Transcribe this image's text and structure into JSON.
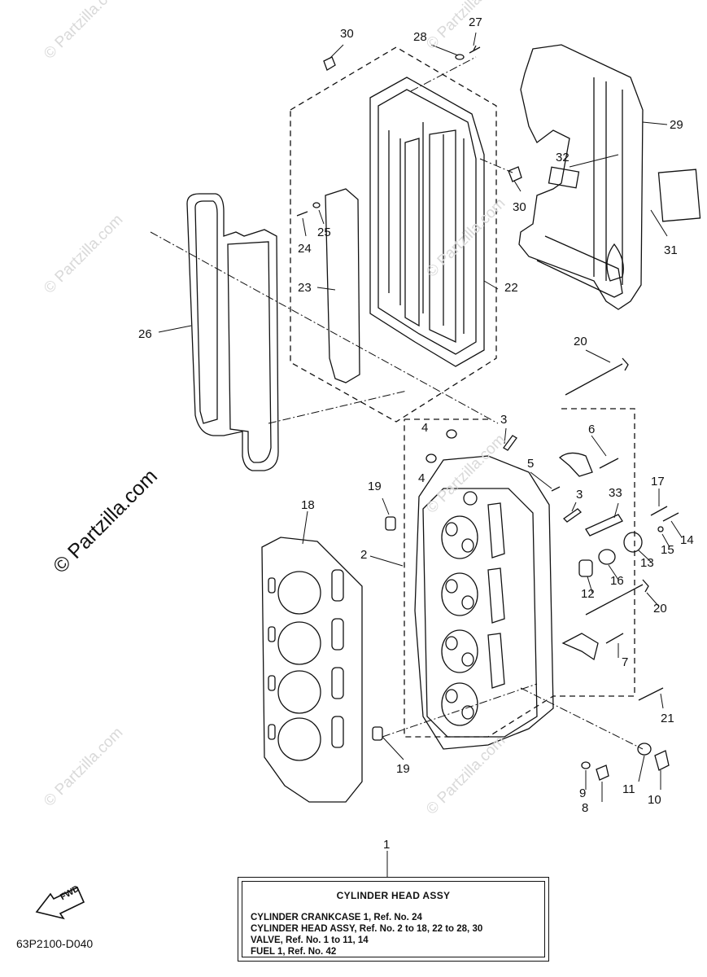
{
  "watermarks": {
    "small": "© Partzilla.com",
    "large": "© Partzilla.com"
  },
  "callouts": [
    {
      "id": "c30a",
      "label": "30"
    },
    {
      "id": "c28",
      "label": "28"
    },
    {
      "id": "c27",
      "label": "27"
    },
    {
      "id": "c29",
      "label": "29"
    },
    {
      "id": "c32",
      "label": "32"
    },
    {
      "id": "c30b",
      "label": "30"
    },
    {
      "id": "c31",
      "label": "31"
    },
    {
      "id": "c24",
      "label": "24"
    },
    {
      "id": "c25",
      "label": "25"
    },
    {
      "id": "c23",
      "label": "23"
    },
    {
      "id": "c22",
      "label": "22"
    },
    {
      "id": "c26",
      "label": "26"
    },
    {
      "id": "c20a",
      "label": "20"
    },
    {
      "id": "c4a",
      "label": "4"
    },
    {
      "id": "c3a",
      "label": "3"
    },
    {
      "id": "c6",
      "label": "6"
    },
    {
      "id": "c4b",
      "label": "4"
    },
    {
      "id": "c5",
      "label": "5"
    },
    {
      "id": "c19a",
      "label": "19"
    },
    {
      "id": "c3b",
      "label": "3"
    },
    {
      "id": "c33",
      "label": "33"
    },
    {
      "id": "c17",
      "label": "17"
    },
    {
      "id": "c14",
      "label": "14"
    },
    {
      "id": "c15",
      "label": "15"
    },
    {
      "id": "c13",
      "label": "13"
    },
    {
      "id": "c18",
      "label": "18"
    },
    {
      "id": "c2",
      "label": "2"
    },
    {
      "id": "c12",
      "label": "12"
    },
    {
      "id": "c16",
      "label": "16"
    },
    {
      "id": "c20b",
      "label": "20"
    },
    {
      "id": "c7",
      "label": "7"
    },
    {
      "id": "c21",
      "label": "21"
    },
    {
      "id": "c19b",
      "label": "19"
    },
    {
      "id": "c9",
      "label": "9"
    },
    {
      "id": "c8",
      "label": "8"
    },
    {
      "id": "c11",
      "label": "11"
    },
    {
      "id": "c10",
      "label": "10"
    },
    {
      "id": "c1",
      "label": "1"
    }
  ],
  "legend": {
    "title": "CYLINDER HEAD ASSY",
    "lines": [
      "CYLINDER CRANKCASE 1, Ref. No. 24",
      "CYLINDER HEAD ASSY,   Ref. No. 2 to 18, 22 to 28, 30",
      "VALVE, Ref. No. 1 to 11, 14",
      "FUEL 1, Ref. No. 42"
    ]
  },
  "fwd_label": "FWD",
  "diagram_code": "63P2100-D040"
}
